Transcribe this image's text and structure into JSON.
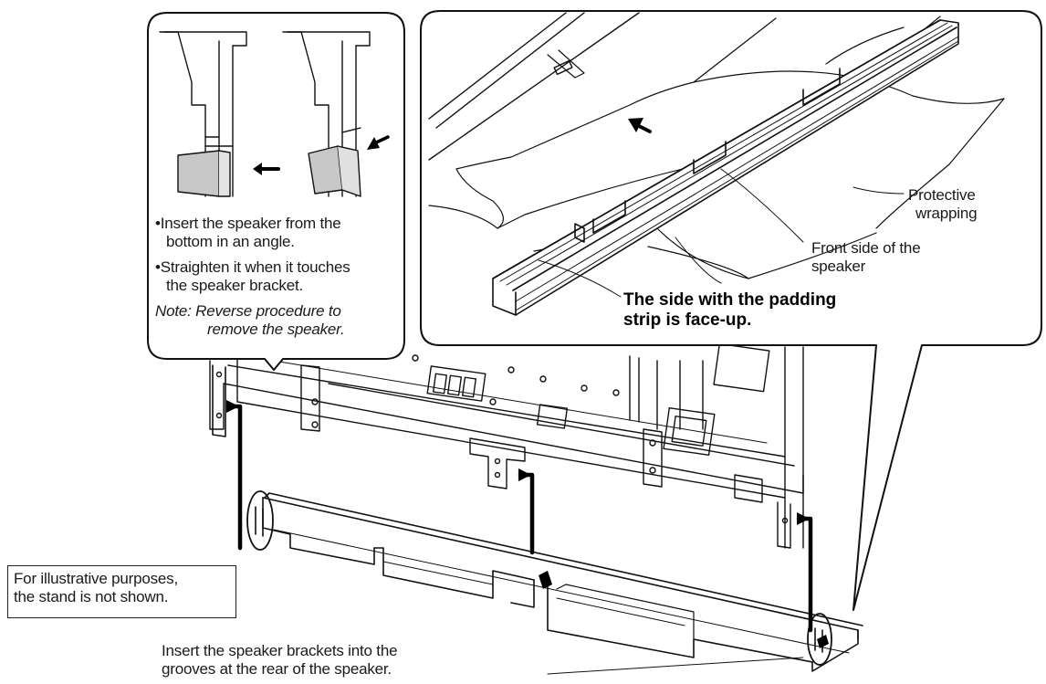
{
  "inset_left": {
    "bullet1": [
      "•Insert the speaker from the",
      "bottom in an angle."
    ],
    "bullet2": [
      "•Straighten it when it touches",
      "the speaker bracket."
    ],
    "note": [
      "Note: Reverse procedure to",
      "remove the speaker."
    ]
  },
  "inset_right": {
    "protective_wrapping": [
      "Protective",
      "wrapping"
    ],
    "front_side": [
      "Front side of the",
      "speaker"
    ],
    "padding_strip": [
      "The side with the padding",
      "strip is face-up."
    ]
  },
  "note_box": [
    "For illustrative purposes,",
    "the stand is not shown."
  ],
  "bottom_caption": [
    "Insert the speaker brackets into the",
    "grooves at the rear of the speaker."
  ],
  "colors": {
    "line": "#111111",
    "fill_gray": "#c8c8c8",
    "paper": "#ffffff"
  }
}
